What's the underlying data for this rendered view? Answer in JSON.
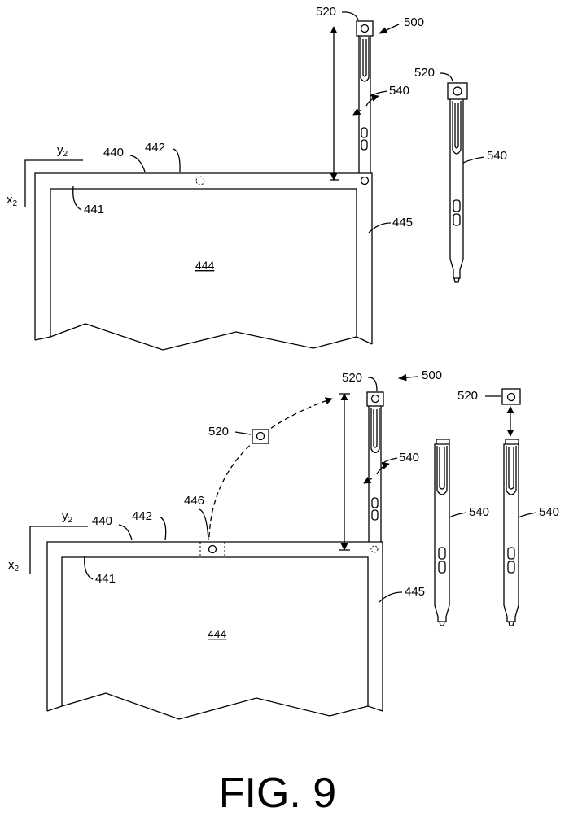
{
  "figure": {
    "caption": "FIG. 9",
    "top_panel": {
      "axis_x": "x",
      "axis_x_sub": "2",
      "axis_y": "y",
      "axis_y_sub": "2",
      "label_440": "440",
      "label_442": "442",
      "label_441": "441",
      "label_444": "444",
      "label_445": "445",
      "label_500": "500",
      "label_520": "520",
      "label_540": "540",
      "label_520_detached": "520",
      "label_540_detached": "540"
    },
    "bottom_panel": {
      "axis_x": "x",
      "axis_x_sub": "2",
      "axis_y": "y",
      "axis_y_sub": "2",
      "label_440": "440",
      "label_442": "442",
      "label_441": "441",
      "label_444": "444",
      "label_445": "445",
      "label_446": "446",
      "label_500": "500",
      "label_520_moving": "520",
      "label_520_pen": "520",
      "label_540_pen": "540",
      "label_540_a": "540",
      "label_520_b": "520",
      "label_540_b": "540"
    }
  }
}
